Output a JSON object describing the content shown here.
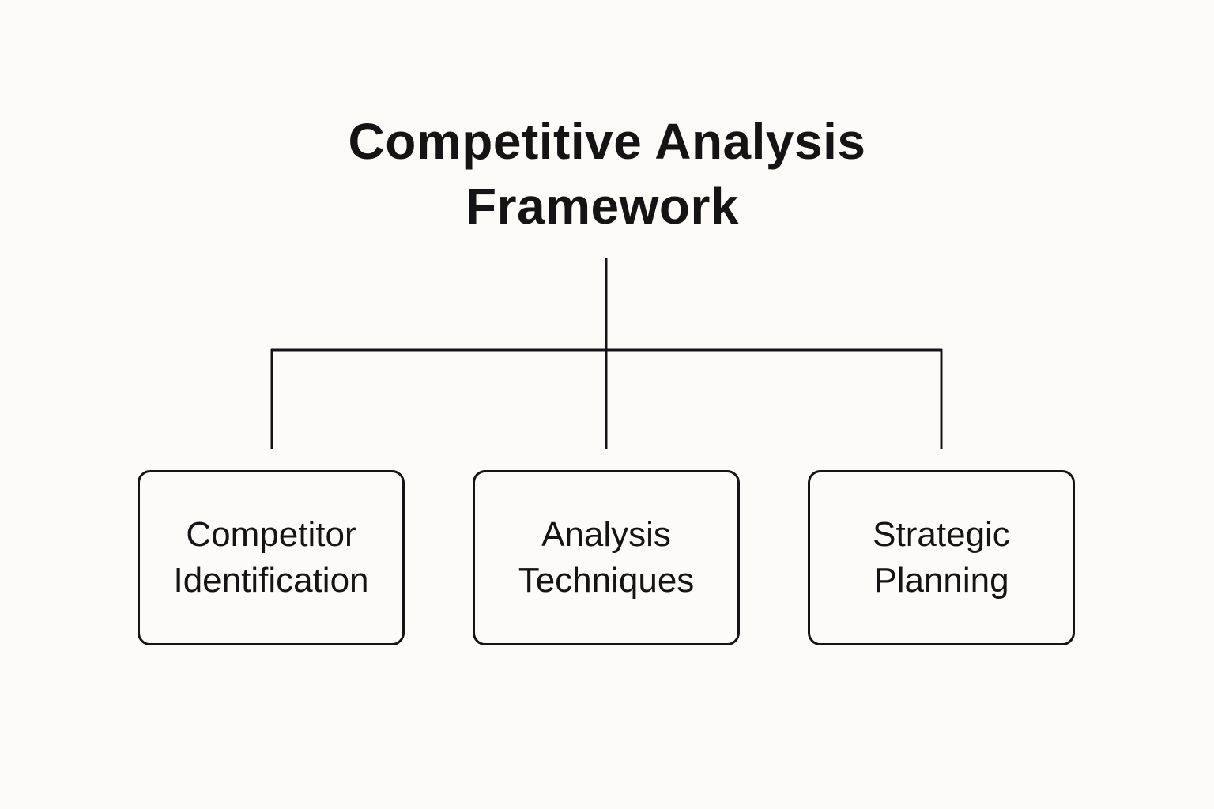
{
  "background": "#fcfbf7",
  "ink": "#141414",
  "title": {
    "line1": "Competitive Analysis",
    "line2": "Framework"
  },
  "nodes": [
    {
      "line1": "Competitor",
      "line2": "Identification"
    },
    {
      "line1": "Analysis",
      "line2": "Techniques"
    },
    {
      "line1": "Strategic",
      "line2": "Planning"
    }
  ]
}
